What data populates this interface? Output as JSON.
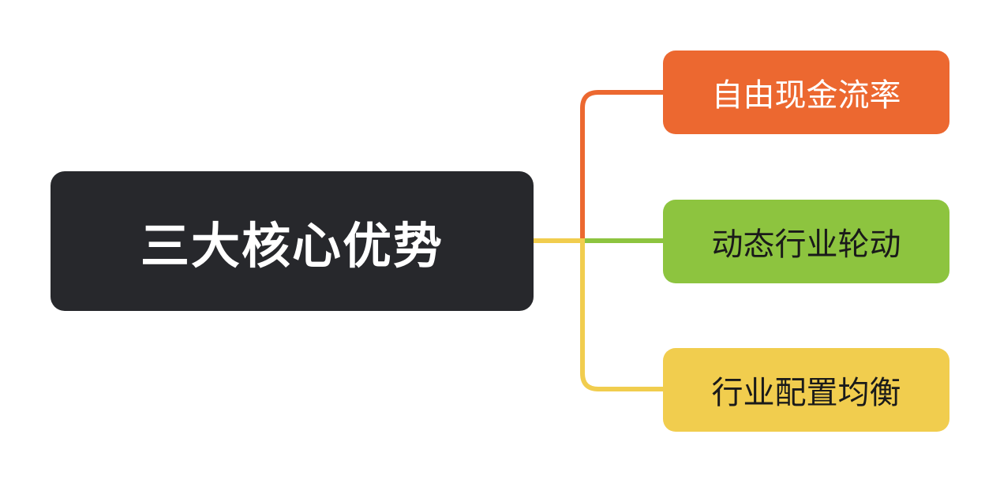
{
  "root": {
    "label": "三大核心优势",
    "color": "#27282c"
  },
  "branches": [
    {
      "label": "自由现金流率",
      "color": "#ec6830",
      "text_color": "#ffffff"
    },
    {
      "label": "动态行业轮动",
      "color": "#8dc43f",
      "text_color": "#1a1a1a"
    },
    {
      "label": "行业配置均衡",
      "color": "#f1cd4e",
      "text_color": "#1a1a1a"
    }
  ]
}
